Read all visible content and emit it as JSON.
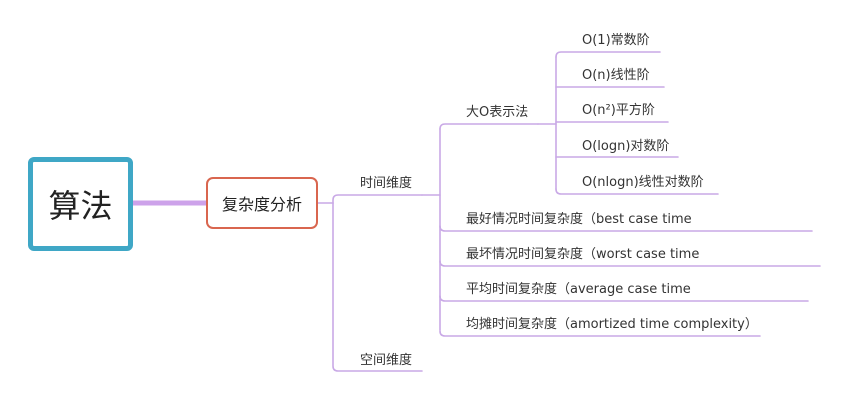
{
  "root": {
    "label": "算法"
  },
  "main_topic": {
    "label": "复杂度分析"
  },
  "branches": {
    "time": {
      "label": "时间维度",
      "big_o": {
        "label": "大O表示法",
        "items": [
          "O(1)常数阶",
          "O(n)线性阶",
          "O(n²)平方阶",
          "O(logn)对数阶",
          "O(nlogn)线性对数阶"
        ]
      },
      "cases": [
        "最好情况时间复杂度（best case time",
        "最坏情况时间复杂度（worst case time",
        "平均时间复杂度（average case time",
        "均摊时间复杂度（amortized time complexity）"
      ]
    },
    "space": {
      "label": "空间维度"
    }
  },
  "colors": {
    "root_border": "#3fa7c6",
    "main_border": "#d9664f",
    "connector": "#c9a9e6",
    "root_connector": "#cda2ea"
  }
}
